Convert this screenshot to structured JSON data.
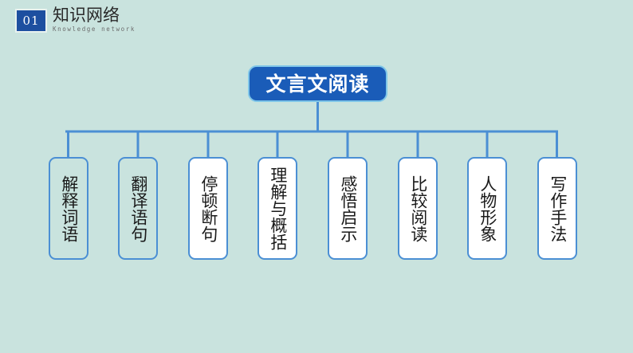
{
  "slide": {
    "background_color": "#c9e3de"
  },
  "header": {
    "badge_number": "01",
    "badge_color": "#1d4fa0",
    "title_cn": "知识网络",
    "title_en": "Knowledge network"
  },
  "diagram": {
    "type": "tree",
    "accent_color": "#4b8fd4",
    "root": {
      "label": "文言文阅读",
      "fill": "#1a5cb8",
      "border": "#7fc6e8",
      "text_color": "#ffffff"
    },
    "leaves": [
      {
        "label": "解释词语",
        "fill": "none"
      },
      {
        "label": "翻译语句",
        "fill": "none"
      },
      {
        "label": "停顿断句",
        "fill": "white"
      },
      {
        "label": "理解与概括",
        "fill": "white"
      },
      {
        "label": "感悟启示",
        "fill": "white"
      },
      {
        "label": "比较阅读",
        "fill": "white"
      },
      {
        "label": "人物形象",
        "fill": "white"
      },
      {
        "label": "写作手法",
        "fill": "white"
      }
    ]
  }
}
